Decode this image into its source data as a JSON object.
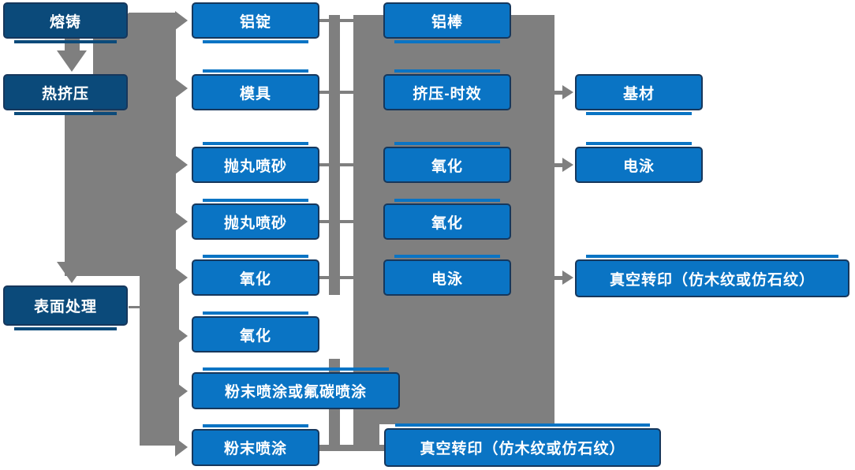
{
  "flowchart": {
    "col1": [
      "熔铸",
      "热挤压",
      "表面处理"
    ],
    "col2": [
      "铝锭",
      "模具",
      "抛丸喷砂",
      "抛丸喷砂",
      "氧化",
      "氧化",
      "粉末喷涂或氟碳喷涂",
      "粉末喷涂"
    ],
    "col3": [
      "铝棒",
      "挤压-时效",
      "氧化",
      "氧化",
      "电泳",
      "真空转印（仿木纹或仿石纹）"
    ],
    "col4": [
      "基材",
      "电泳",
      "真空转印（仿木纹或仿石纹）"
    ]
  },
  "edges": [
    "熔铸 → 铝锭",
    "熔铸 → 热挤压",
    "热挤压 → 模具",
    "热挤压 → 表面处理",
    "热挤压 → 抛丸喷砂",
    "热挤压 → 抛丸喷砂",
    "表面处理 → 氧化",
    "表面处理 → 氧化",
    "表面处理 → 粉末喷涂或氟碳喷涂",
    "表面处理 → 粉末喷涂",
    "挤压-时效 → 基材",
    "氧化 → 电泳",
    "电泳 → 真空转印（仿木纹或仿石纹）",
    "粉末喷涂 → 真空转印（仿木纹或仿石纹）"
  ],
  "colors": {
    "box_blue": "#0a74c4",
    "box_dark_blue": "#0b4a7a",
    "box_border": "#16375c",
    "connector_gray": "#7f7f7f",
    "text": "#ffffff",
    "background": "#ffffff"
  }
}
